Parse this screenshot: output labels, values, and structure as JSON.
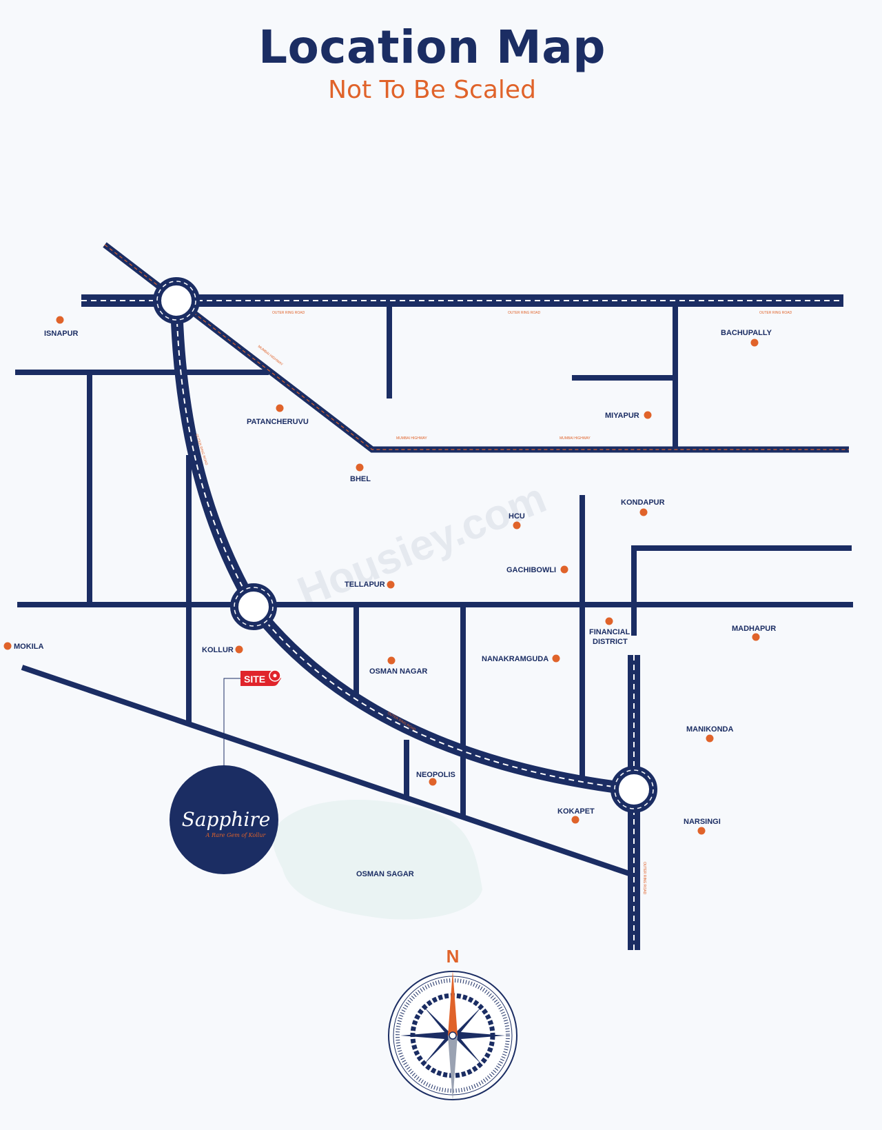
{
  "header": {
    "title": "Location Map",
    "subtitle": "Not To Be Scaled"
  },
  "colors": {
    "road": "#1b2d63",
    "accent": "#e0632a",
    "site": "#e0242b",
    "background": "#f7f9fc"
  },
  "locations": {
    "isnapur": "ISNAPUR",
    "bachupally": "BACHUPALLY",
    "patancheruvu": "PATANCHERUVU",
    "miyapur": "MIYAPUR",
    "bhel": "BHEL",
    "kondapur": "KONDAPUR",
    "hcu": "HCU",
    "gachibowli": "GACHIBOWLI",
    "tellapur": "TELLAPUR",
    "financial_1": "FINANCIAL",
    "financial_2": "DISTRICT",
    "madhapur": "MADHAPUR",
    "mokila": "MOKILA",
    "kollur": "KOLLUR",
    "osman_nagar": "OSMAN NAGAR",
    "nanakramguda": "NANAKRAMGUDA",
    "manikonda": "MANIKONDA",
    "neopolis": "NEOPOLIS",
    "kokapet": "KOKAPET",
    "narsingi": "NARSINGI",
    "osman_sagar": "OSMAN SAGAR"
  },
  "road_labels": {
    "outer_ring_road": "OUTER RING ROAD",
    "mumbai_highway": "MUMBAI HIGHWAY"
  },
  "site": {
    "marker": "SITE"
  },
  "project": {
    "name": "Sapphire",
    "tagline": "A Rare Gem of Kollur"
  },
  "compass": {
    "north": "N"
  },
  "watermark": "Housiey.com"
}
